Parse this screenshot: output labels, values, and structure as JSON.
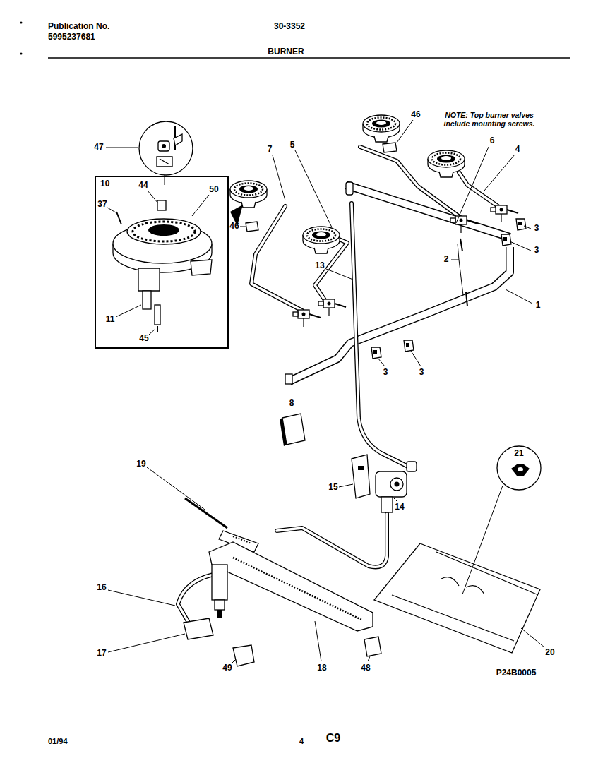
{
  "diagram": {
    "title": "BURNER",
    "nodes": [
      {
        "text": [
          "10"
        ]
      },
      {
        "text": [
          "21"
        ]
      }
    ],
    "labels": [
      "Publication No.",
      "5995237681",
      "30-3352",
      "NOTE: Top burner valves include mounting screws.",
      "46",
      "47",
      "7",
      "5",
      "6",
      "4",
      "44",
      "50",
      "37",
      "46",
      "3",
      "3",
      "13",
      "2",
      "1",
      "11",
      "45",
      "3",
      "3",
      "8",
      "19",
      "15",
      "14",
      "16",
      "17",
      "49",
      "18",
      "48",
      "20",
      "P24B0005",
      "01/94",
      "4",
      "C9"
    ]
  }
}
